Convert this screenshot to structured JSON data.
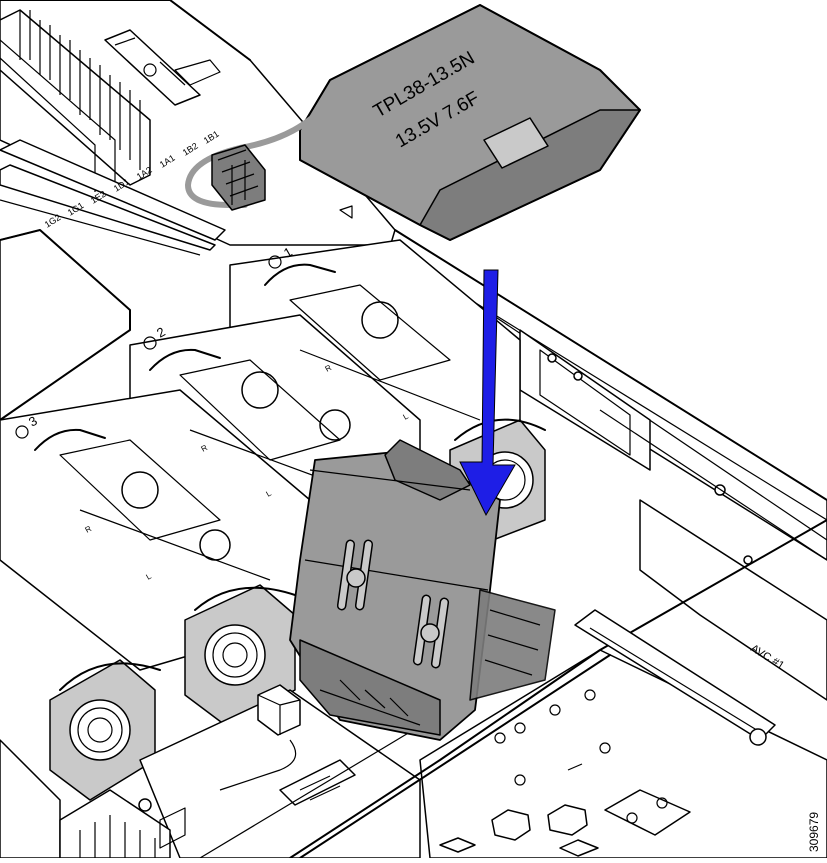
{
  "battery": {
    "model": "TPL38-13.5N",
    "rating": "13.5V  7.6F"
  },
  "dimm_labels": [
    "1G2",
    "1G1",
    "1E2",
    "1D1",
    "1A2",
    "1A1",
    "1B2",
    "1B1"
  ],
  "fan_labels": [
    "1",
    "2",
    "3"
  ],
  "fan_letters": [
    "R",
    "L"
  ],
  "avc_label": "AVC #1",
  "figure_id": "309679",
  "arrow_color": "#1e1ee6"
}
